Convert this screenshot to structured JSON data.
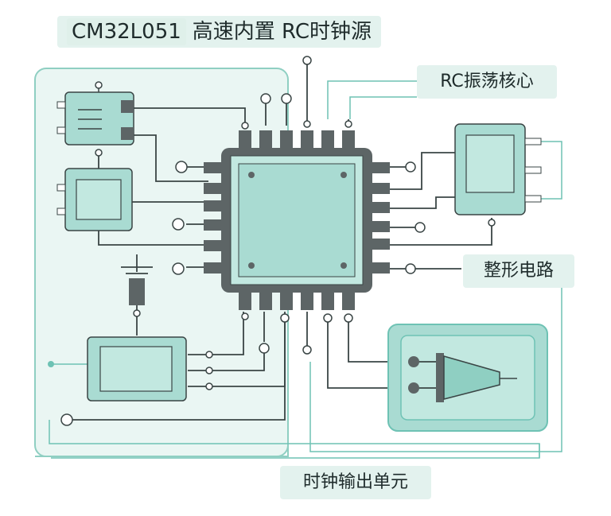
{
  "title": {
    "part_code": "CM32L051",
    "rest": "高速内置 RC时钟源"
  },
  "labels": {
    "rc_core": "RC振荡核心",
    "shaping": "整形电路",
    "clock_output": "时钟输出单元"
  },
  "colors": {
    "panel_fill": "#eaf6f3",
    "panel_stroke": "#8fcfc2",
    "component_fill": "#a9dbd2",
    "component_inner": "#c2e8e0",
    "chip_body": "#5d6566",
    "trace": "#3a4545",
    "label_bg": "#e3f2ee",
    "thin_line": "#6ec2b4"
  }
}
